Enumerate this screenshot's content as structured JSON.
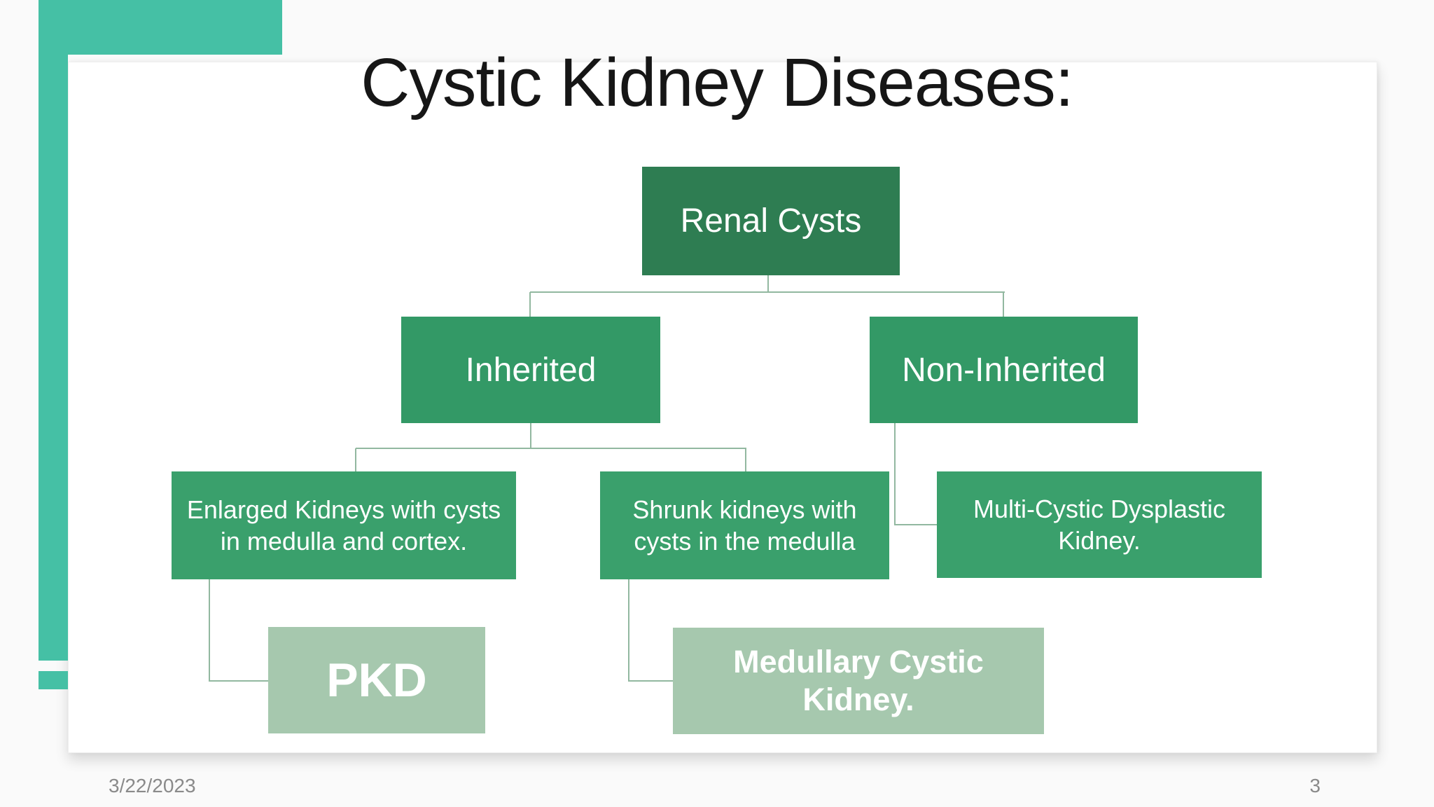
{
  "slide": {
    "title": "Cystic Kidney Diseases:",
    "footer": {
      "date": "3/22/2023",
      "page_number": "3"
    }
  },
  "diagram": {
    "type": "org-chart",
    "nodes": {
      "renal_cysts": {
        "label": "Renal Cysts",
        "level": 1
      },
      "inherited": {
        "label": "Inherited",
        "level": 2,
        "parent": "renal_cysts"
      },
      "non_inherited": {
        "label": "Non-Inherited",
        "level": 2,
        "parent": "renal_cysts"
      },
      "enlarged": {
        "label": "Enlarged Kidneys with cysts in medulla and cortex.",
        "level": 3,
        "parent": "inherited"
      },
      "shrunk": {
        "label": "Shrunk kidneys with cysts in the medulla",
        "level": 3,
        "parent": "inherited"
      },
      "multicystic": {
        "label": "Multi-Cystic Dysplastic Kidney.",
        "level": 3,
        "parent": "non_inherited"
      },
      "pkd": {
        "label": "PKD",
        "level": 4,
        "parent": "enlarged"
      },
      "medullary": {
        "label": "Medullary Cystic Kidney.",
        "level": 4,
        "parent": "shrunk"
      }
    }
  },
  "colors": {
    "accent_teal": "#45c0a5",
    "node_level1": "#2e7d52",
    "node_level2": "#339966",
    "node_level3": "#3aa06c",
    "node_level4": "#a6c8ae",
    "connector": "#92b8a0",
    "title_text": "#161616",
    "footer_text": "#8a8a8a"
  }
}
